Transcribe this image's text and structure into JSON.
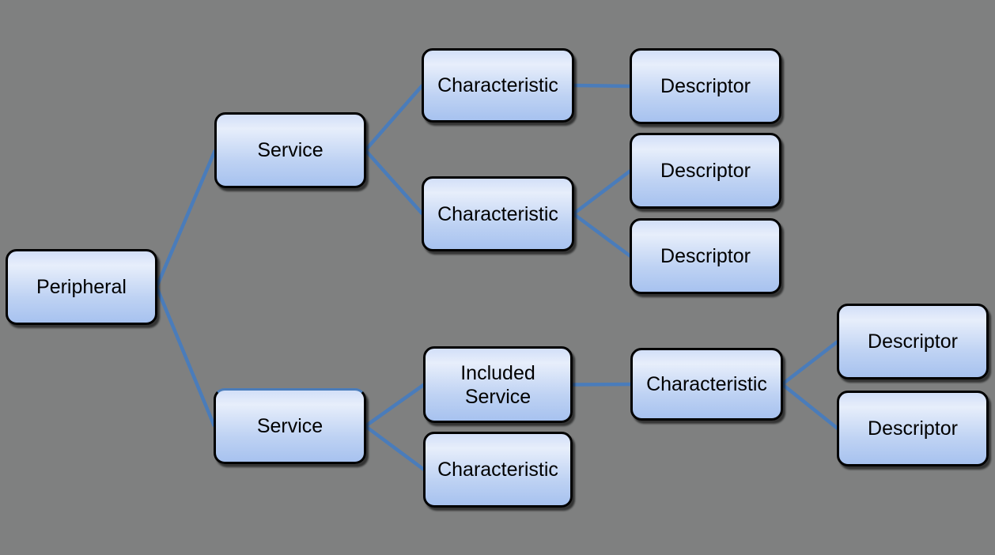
{
  "diagram": {
    "background_color": "#7f8080",
    "connector_color": "#4a7cba",
    "connector_width": 4.5,
    "node_border_color": "#000000",
    "node_fill_top": "#d2dff8",
    "node_fill_bottom": "#a7c2ef",
    "text_color": "#000000",
    "nodes": [
      {
        "id": "peripheral",
        "label": "Peripheral"
      },
      {
        "id": "service-1",
        "label": "Service"
      },
      {
        "id": "char-1",
        "label": "Characteristic"
      },
      {
        "id": "desc-1",
        "label": "Descriptor"
      },
      {
        "id": "char-2",
        "label": "Characteristic"
      },
      {
        "id": "desc-2",
        "label": "Descriptor"
      },
      {
        "id": "desc-3",
        "label": "Descriptor"
      },
      {
        "id": "service-2",
        "label": "Service"
      },
      {
        "id": "included-service",
        "label": "Included Service"
      },
      {
        "id": "char-3",
        "label": "Characteristic"
      },
      {
        "id": "char-4",
        "label": "Characteristic"
      },
      {
        "id": "desc-4",
        "label": "Descriptor"
      },
      {
        "id": "desc-5",
        "label": "Descriptor"
      }
    ],
    "edges": [
      {
        "from": "peripheral",
        "to": "service-1"
      },
      {
        "from": "peripheral",
        "to": "service-2"
      },
      {
        "from": "service-1",
        "to": "char-1"
      },
      {
        "from": "service-1",
        "to": "char-2"
      },
      {
        "from": "char-1",
        "to": "desc-1"
      },
      {
        "from": "char-2",
        "to": "desc-2"
      },
      {
        "from": "char-2",
        "to": "desc-3"
      },
      {
        "from": "service-2",
        "to": "included-service"
      },
      {
        "from": "service-2",
        "to": "char-3"
      },
      {
        "from": "included-service",
        "to": "char-4"
      },
      {
        "from": "char-4",
        "to": "desc-4"
      },
      {
        "from": "char-4",
        "to": "desc-5"
      }
    ]
  }
}
